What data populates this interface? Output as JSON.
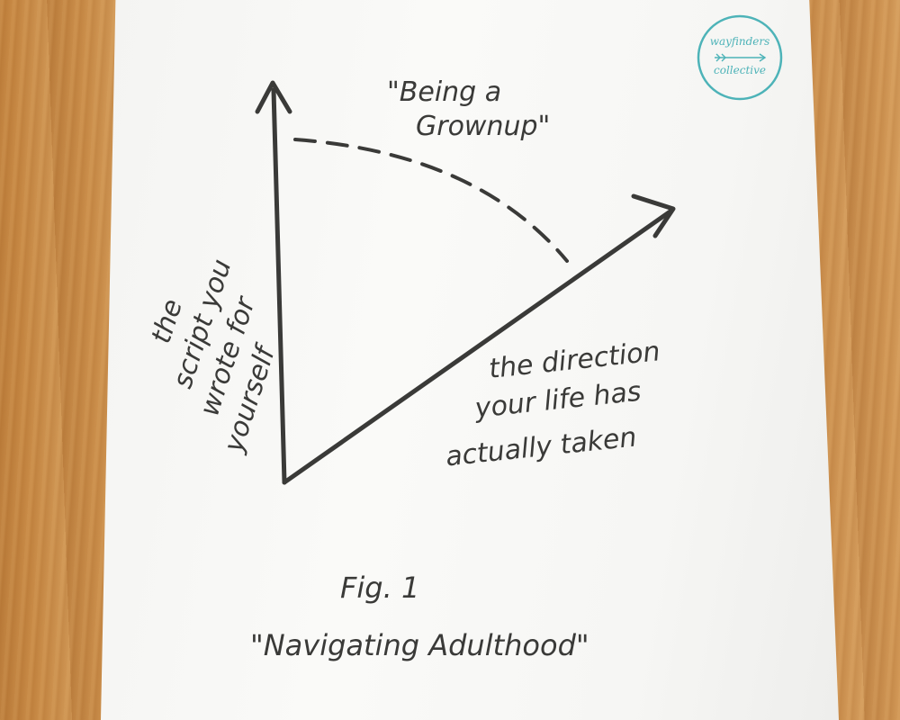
{
  "colors": {
    "ink": "#3a3a38",
    "stamp": "#4db3b8",
    "paper": "#f8f8f6",
    "wood": "#c98a45"
  },
  "logo": {
    "line1": "wayfinders",
    "line2": "collective",
    "icon": "arrow-icon"
  },
  "diagram": {
    "curve_label_line1": "\"Being a",
    "curve_label_line2": "Grownup\"",
    "y_axis_label": [
      "the",
      "script you",
      "wrote for",
      "yourself"
    ],
    "diagonal_label": [
      "the direction",
      "your life has",
      "actually taken"
    ]
  },
  "caption": {
    "fig": "Fig. 1",
    "title": "\"Navigating Adulthood\""
  }
}
